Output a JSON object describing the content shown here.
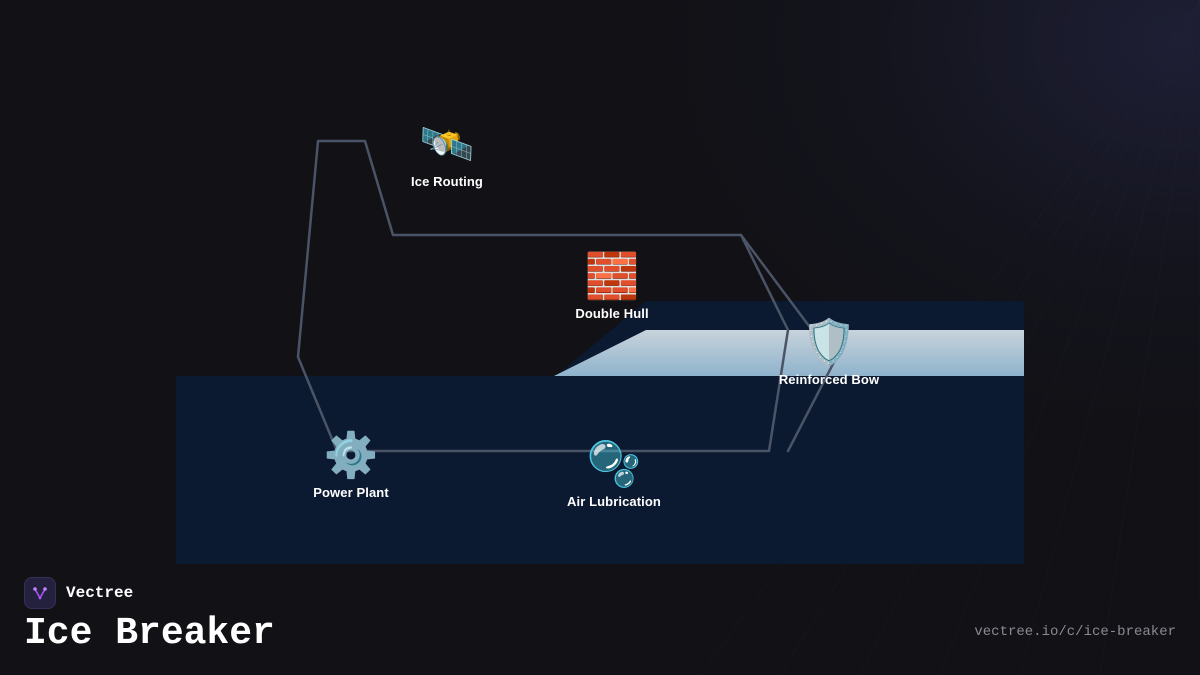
{
  "diagram": {
    "features": [
      {
        "id": "ice-routing",
        "icon": "🛰️",
        "icon_name": "satellite-icon",
        "label": "Ice Routing"
      },
      {
        "id": "double-hull",
        "icon": "🧱",
        "icon_name": "brick-wall-icon",
        "label": "Double Hull"
      },
      {
        "id": "reinforced-bow",
        "icon": "🛡️",
        "icon_name": "shield-icon",
        "label": "Reinforced Bow"
      },
      {
        "id": "power-plant",
        "icon": "⚙️",
        "icon_name": "gear-icon",
        "label": "Power Plant"
      },
      {
        "id": "air-lubrication",
        "icon": "🫧",
        "icon_name": "bubbles-icon",
        "label": "Air Lubrication"
      }
    ]
  },
  "colors": {
    "background": "#111116",
    "water": "#0b1a31",
    "ice_top": "#c8d3dc",
    "ice_bottom": "#8fb3cc",
    "hull_outline": "#4b5466",
    "brand_accent": "#a855f7"
  },
  "brand": {
    "name": "Vectree",
    "logo_icon": "vectree-logo-icon"
  },
  "title": "Ice Breaker",
  "url": "vectree.io/c/ice-breaker"
}
